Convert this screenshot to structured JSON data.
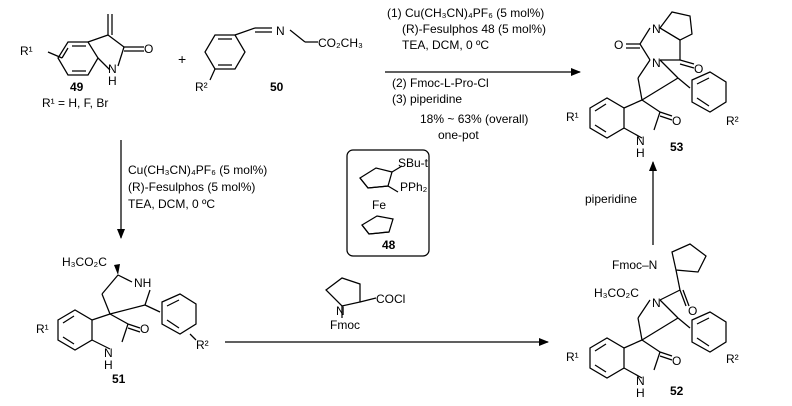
{
  "compounds": {
    "c49": {
      "label": "49",
      "r1_def": "R¹ = H, F, Br"
    },
    "c50": {
      "label": "50"
    },
    "c51": {
      "label": "51"
    },
    "c52": {
      "label": "52"
    },
    "c53": {
      "label": "53"
    },
    "c48": {
      "label": "48",
      "sbu": "SBu-t",
      "pph2": "PPh₂",
      "fe": "Fe"
    }
  },
  "atoms": {
    "O": "O",
    "N": "N",
    "NH": "NH",
    "H": "H",
    "R1": "R¹",
    "R2": "R²",
    "CO2CH3": "CO₂CH₃",
    "H3CO2C": "H₃CO₂C",
    "COCl": "COCl",
    "Fmoc": "Fmoc",
    "FmocN": "Fmoc–N"
  },
  "plus": "+",
  "top_conditions": [
    "(1) Cu(CH₃CN)₄PF₆ (5 mol%)",
    "(R)-Fesulphos 48 (5 mol%)",
    "TEA, DCM, 0 ºC",
    "(2) Fmoc-L-Pro-Cl",
    "(3) piperidine",
    "18% ~ 63% (overall)",
    "one-pot"
  ],
  "left_conditions": [
    "Cu(CH₃CN)₄PF₆ (5 mol%)",
    "(R)-Fesulphos (5 mol%)",
    "TEA, DCM, 0 ºC"
  ],
  "right_condition": "piperidine"
}
